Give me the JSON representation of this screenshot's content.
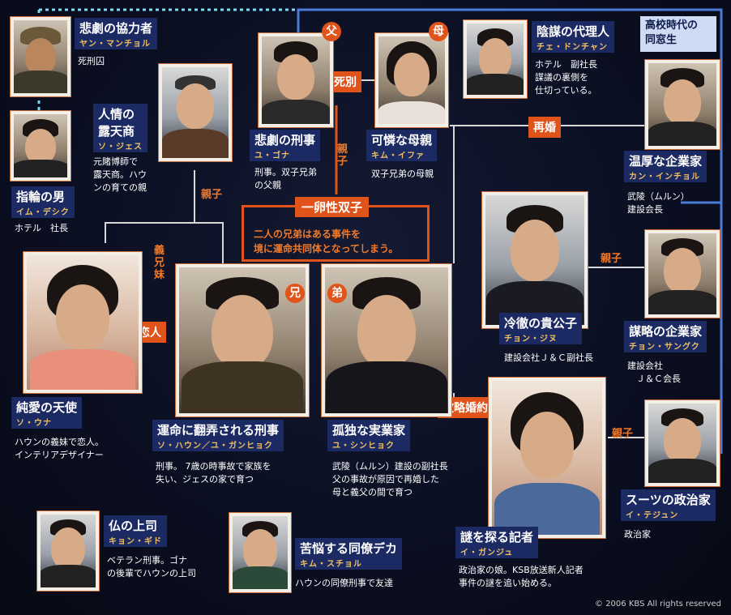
{
  "header": {
    "classmates_box": "高校時代の\n同窓生"
  },
  "relations": {
    "shibetsu": "死別",
    "oyako": "親子",
    "saikon": "再婚",
    "oyako_right": "親子",
    "oyako_right2": "親子",
    "gikyoudai": "義\n兄\n妹",
    "koibito": "恋人",
    "seiryaku": "政略婚約",
    "oyako_v": "親\n子"
  },
  "twin": {
    "title": "一卵性双子",
    "desc": "二人の兄弟はある事件を\n境に運命共同体となってしまう。"
  },
  "markers": {
    "father": "父",
    "mother": "母",
    "elder": "兄",
    "younger": "弟"
  },
  "characters": {
    "yan": {
      "title": "悲劇の協力者",
      "kana": "ヤン・マンチョル",
      "desc": "死刑囚"
    },
    "im": {
      "title": "指輪の男",
      "kana": "イム・デシク",
      "desc": "ホテル　社長"
    },
    "so_jesu": {
      "title": "人情の\n露天商",
      "kana": "ソ・ジェス",
      "desc": "元賭博師で\n露天商。ハウ\nンの育ての親"
    },
    "yu_gona": {
      "title": "悲劇の刑事",
      "kana": "ユ・ゴナ",
      "desc": "刑事。双子兄弟\nの父親"
    },
    "kim_ifa": {
      "title": "可憐な母親",
      "kana": "キム・イファ",
      "desc": "双子兄弟の母親"
    },
    "che": {
      "title": "陰謀の代理人",
      "kana": "チェ・ドンチャン",
      "desc": "ホテル　副社長\n謀議の裏側を\n仕切っている。"
    },
    "kan": {
      "title": "温厚な企業家",
      "kana": "カン・インチョル",
      "desc": "武陵（ムルン）\n建設会長"
    },
    "so_una": {
      "title": "純愛の天使",
      "kana": "ソ・ウナ",
      "desc": "ハウンの義妹で恋人。\nインテリアデザイナー"
    },
    "hawun": {
      "title": "運命に翻弄される刑事",
      "kana": "ソ・ハウン／ユ・ガンヒョク",
      "desc": "刑事。 7歳の時事故で家族を\n失い、ジェスの家で育つ"
    },
    "yu_shin": {
      "title": "孤独な実業家",
      "kana": "ユ・シンヒョク",
      "desc": "武陵（ムルン）建設の副社長\n父の事故が原因で再婚した\n母と義父の間で育つ"
    },
    "jiwo": {
      "title": "冷徹の貴公子",
      "kana": "チョン・ジヌ",
      "desc": "建設会社Ｊ＆Ｃ副社長"
    },
    "sangu": {
      "title": "謀略の企業家",
      "kana": "チョン・サングク",
      "desc": "建設会社\n　Ｊ＆Ｃ会長"
    },
    "tejun": {
      "title": "スーツの政治家",
      "kana": "イ・テジュン",
      "desc": "政治家"
    },
    "ganju": {
      "title": "謎を探る記者",
      "kana": "イ・ガンジュ",
      "desc": "政治家の娘。KSB放送新人記者\n事件の謎を追い始める。"
    },
    "kyon": {
      "title": "仏の上司",
      "kana": "キョン・ギド",
      "desc": "ベテラン刑事。ゴナ\nの後輩でハウンの上司"
    },
    "kim_sucho": {
      "title": "苦悩する同僚デカ",
      "kana": "キム・スチョル",
      "desc": "ハウンの同僚刑事で友達"
    }
  },
  "copyright": "© 2006 KBS All rights reserved",
  "colors": {
    "background": "#0b0f22",
    "accent": "#e0531b",
    "name_bg": "#1c2a63",
    "kana": "#f0c060",
    "line_blue": "#4a7bd8",
    "line_cyan": "#7fd6f0"
  }
}
